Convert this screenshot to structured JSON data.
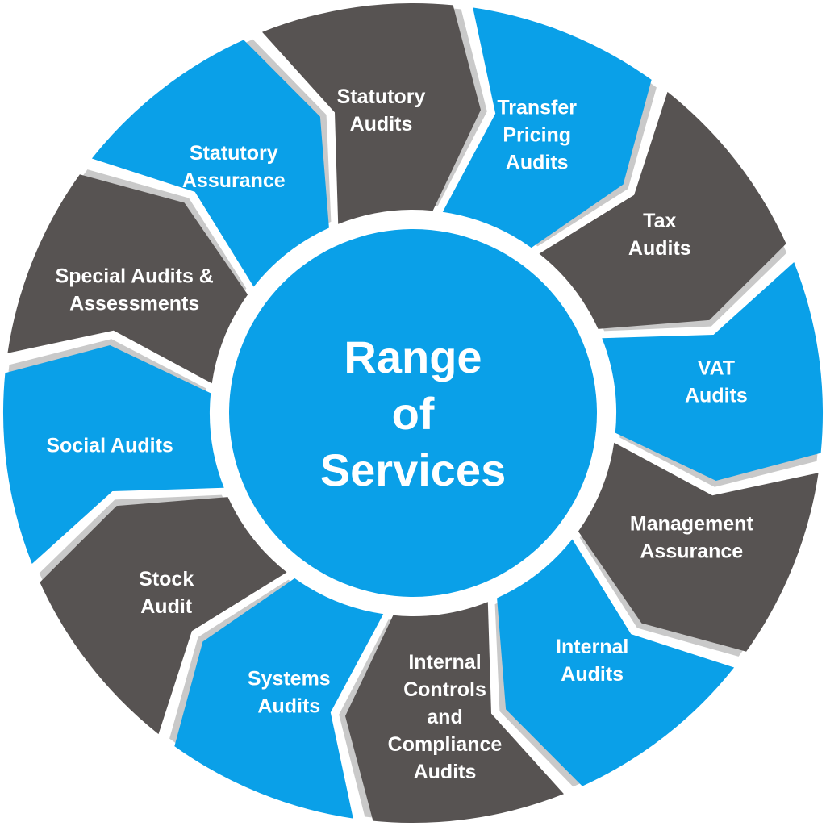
{
  "title": {
    "lines": [
      "Range",
      "of",
      "Services"
    ]
  },
  "colors": {
    "dark": "#575352",
    "blue": "#0aa0e8",
    "shadow": "#c9c9c9",
    "center": "#0aa0e8"
  },
  "segments": [
    {
      "lines": [
        "Statutory",
        "Audits"
      ],
      "color": "dark"
    },
    {
      "lines": [
        "Transfer",
        "Pricing",
        "Audits"
      ],
      "color": "blue"
    },
    {
      "lines": [
        "Tax",
        "Audits"
      ],
      "color": "dark"
    },
    {
      "lines": [
        "VAT",
        "Audits"
      ],
      "color": "blue"
    },
    {
      "lines": [
        "Management",
        "Assurance"
      ],
      "color": "dark"
    },
    {
      "lines": [
        "Internal",
        "Audits"
      ],
      "color": "blue"
    },
    {
      "lines": [
        "Internal",
        "Controls",
        "and",
        "Compliance",
        "Audits"
      ],
      "color": "dark"
    },
    {
      "lines": [
        "Systems",
        "Audits"
      ],
      "color": "blue"
    },
    {
      "lines": [
        "Stock",
        "Audit"
      ],
      "color": "dark"
    },
    {
      "lines": [
        "Social Audits"
      ],
      "color": "blue"
    },
    {
      "lines": [
        "Special Audits &",
        "Assessments"
      ],
      "color": "dark"
    },
    {
      "lines": [
        "Statutory",
        "Assurance"
      ],
      "color": "blue"
    }
  ]
}
